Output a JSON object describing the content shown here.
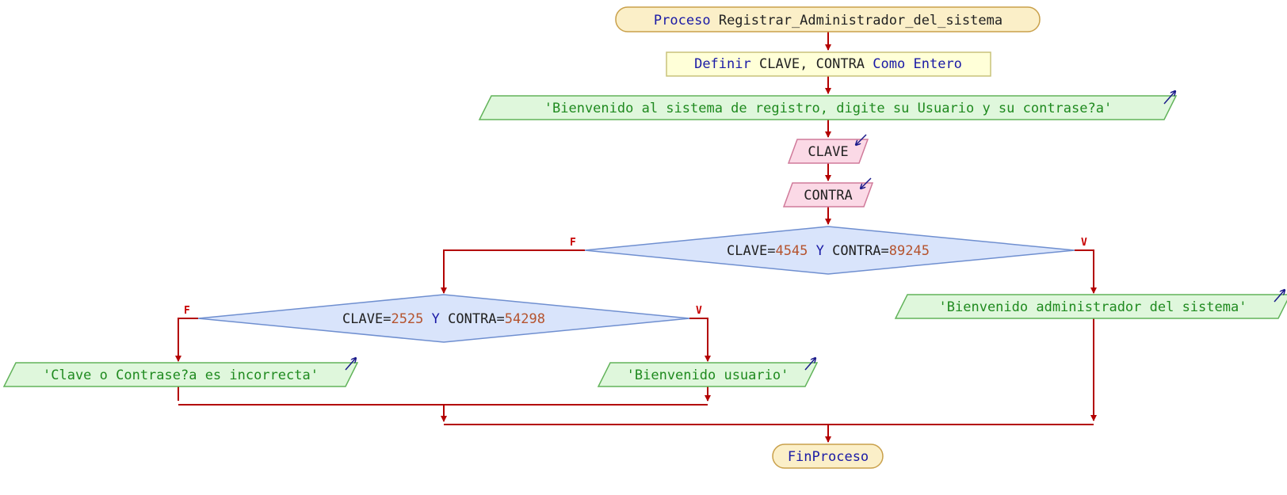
{
  "process": {
    "start_keyword": "Proceso",
    "start_name": "Registrar_Administrador_del_sistema",
    "end_keyword": "FinProceso"
  },
  "define": {
    "keyword": "Definir",
    "vars": "CLAVE, CONTRA",
    "como": "Como",
    "type": "Entero"
  },
  "output_welcome": "'Bienvenido al sistema de registro, digite su Usuario y su contrase?a'",
  "input_clave": "CLAVE",
  "input_contra": "CONTRA",
  "cond1": {
    "v1": "CLAVE",
    "eq1": "=",
    "n1": "4545",
    "op": " Y ",
    "v2": "CONTRA",
    "eq2": "=",
    "n2": "89245",
    "false_label": "F",
    "true_label": "V"
  },
  "cond2": {
    "v1": "CLAVE",
    "eq1": "=",
    "n1": "2525",
    "op": " Y ",
    "v2": "CONTRA",
    "eq2": "=",
    "n2": "54298",
    "false_label": "F",
    "true_label": "V"
  },
  "output_admin": "'Bienvenido administrador del sistema'",
  "output_incorrect": "'Clave o Contrase?a es incorrecta'",
  "output_user": "'Bienvenido usuario'",
  "colors": {
    "terminal_fill": "#fbefc8",
    "terminal_stroke": "#c9a04a",
    "define_fill": "#ffffd8",
    "define_stroke": "#c9c27a",
    "output_fill": "#dff7dc",
    "output_stroke": "#62b35a",
    "input_fill": "#fbd9e6",
    "input_stroke": "#d07a9a",
    "decision_fill": "#d9e4fb",
    "decision_stroke": "#6f8fd0",
    "wire": "#b30000",
    "keyword": "#1a1aa6",
    "number": "#b5532e",
    "string": "#1f8a1f"
  }
}
